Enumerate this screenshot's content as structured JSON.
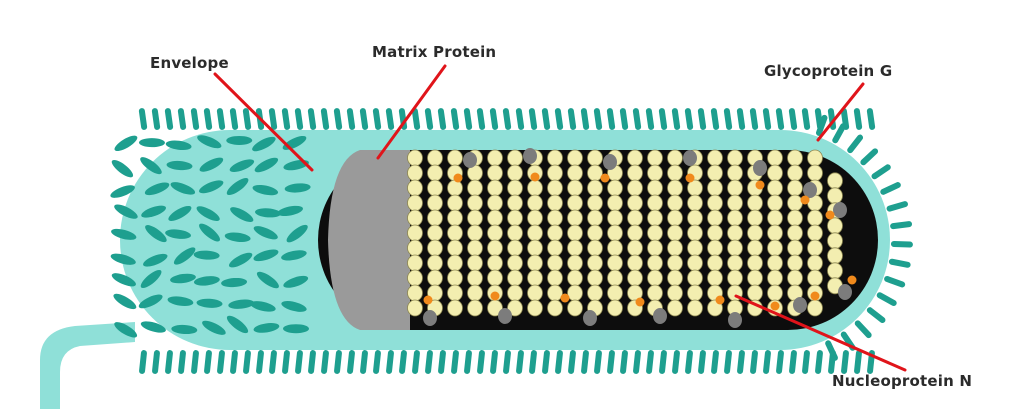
{
  "diagram": {
    "labels": {
      "envelope": "Envelope",
      "matrix_protein": "Matrix Protein",
      "glycoprotein_g": "Glycoprotein G",
      "nucleoprotein_n": "Nucleoprotein N"
    },
    "colors": {
      "background": "#ffffff",
      "envelope_fill": "#8fe0d8",
      "spike": "#1e9f8f",
      "matrix_grey": "#9a9a9a",
      "core_black": "#0d0d0d",
      "nucleoprotein": "#f3eeb0",
      "nucleoprotein_outline": "#8c8650",
      "accent_orange": "#f08a1c",
      "leader_line": "#e0141a",
      "label_text": "#2b2b2b"
    }
  }
}
